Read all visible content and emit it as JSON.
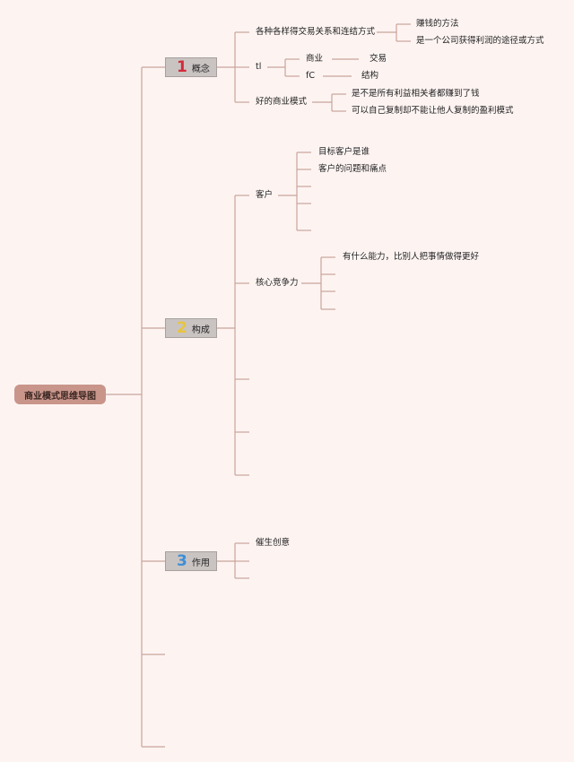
{
  "root": "商业模式思维导图",
  "branches": [
    {
      "num": "1",
      "label": "概念",
      "color": "#d42a3a"
    },
    {
      "num": "2",
      "label": "构成",
      "color": "#e9c53a"
    },
    {
      "num": "3",
      "label": "作用",
      "color": "#3c8fd8"
    }
  ],
  "concept": {
    "n1": "各种各样得交易关系和连结方式",
    "n1a": "赚钱的方法",
    "n1b": "是一个公司获得利润的途径或方式",
    "n2": "tl",
    "n2a": "商业",
    "n2a1": "交易",
    "n2b": "fC",
    "n2b1": "结构",
    "n3": "好的商业模式",
    "n3a": "是不是所有利益相关者都赚到了钱",
    "n3b": "可以自己复制却不能让他人复制的盈利模式"
  },
  "composition": {
    "customer": "客户",
    "c1": "目标客户是谁",
    "c2": "客户的问题和痛点",
    "core": "核心竞争力",
    "k1": "有什么能力，比别人把事情做得更好"
  },
  "effect": {
    "e1": "催生创意"
  }
}
